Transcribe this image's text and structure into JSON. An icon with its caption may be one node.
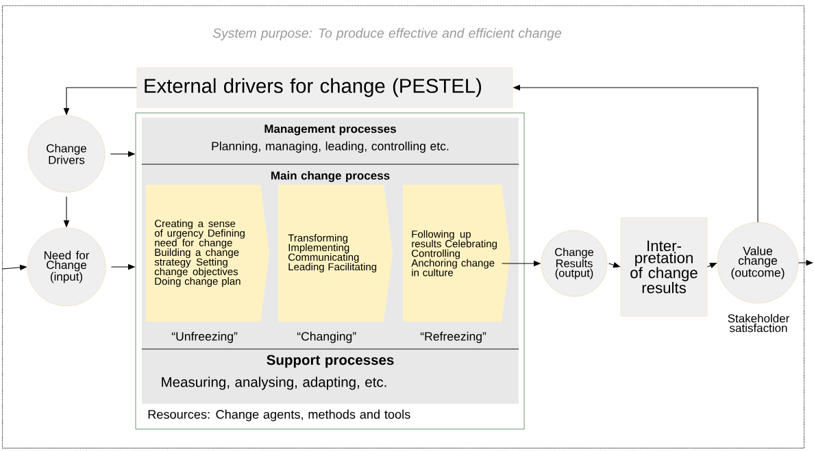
{
  "diagram": {
    "nodes": [
      {
        "text": [
          "System purpose: To produce effective and efficient change"
        ]
      },
      {
        "text": [
          "External drivers for change (PESTEL)"
        ],
        "in": 0
      },
      {
        "text": [
          "Change Drivers"
        ],
        "in": 0
      },
      {
        "text": [
          "Need for Change (input)"
        ],
        "in": 0
      },
      {
        "text": [
          "Resources: Change agents, methods and tools"
        ],
        "in": 0
      },
      {
        "text": [
          "Management processes",
          "Planning, managing, leading, controlling etc."
        ],
        "in": 4
      },
      {
        "text": [
          "Main change process"
        ],
        "in": 4
      },
      {
        "text": [
          "Creating a sense of urgency Defining need for change Building a change strategy Setting change objectives Doing change plan"
        ],
        "in": 6,
        "beside": [
          "“Unfreezing”"
        ]
      },
      {
        "text": [
          "Transforming Implementing Communicating Leading Facilitating"
        ],
        "in": 6,
        "beside": [
          "“Changing”"
        ]
      },
      {
        "text": [
          "Following up results Celebrating Controlling Anchoring change in culture"
        ],
        "in": 6,
        "beside": [
          "“Refreezing”"
        ]
      },
      {
        "text": [
          "Support processes",
          "Measuring, analysing, adapting, etc."
        ],
        "in": 4
      },
      {
        "text": [
          "Change Results (output)"
        ],
        "in": 0
      },
      {
        "text": [
          "Inter-pretation of change results"
        ],
        "in": 0
      },
      {
        "text": [
          "Value change (outcome)"
        ],
        "in": 0,
        "beside": [
          "Stakeholder satisfaction"
        ]
      }
    ],
    "edges": [
      {
        "from": 1,
        "to": 2,
        "arrow": "to"
      },
      {
        "from": 2,
        "to": 4,
        "arrow": "to"
      },
      {
        "from": 2,
        "to": 3,
        "arrow": "to"
      },
      {
        "from": null,
        "to": 3,
        "arrow": "to"
      },
      {
        "from": 3,
        "to": 4,
        "arrow": "to"
      },
      {
        "from": 9,
        "to": 11,
        "arrow": "to"
      },
      {
        "from": 11,
        "to": 12,
        "arrow": "to"
      },
      {
        "from": 12,
        "to": 13,
        "arrow": "to"
      },
      {
        "from": 13,
        "to": null,
        "arrow": "to"
      },
      {
        "from": 13,
        "to": 1,
        "arrow": "to"
      }
    ]
  }
}
